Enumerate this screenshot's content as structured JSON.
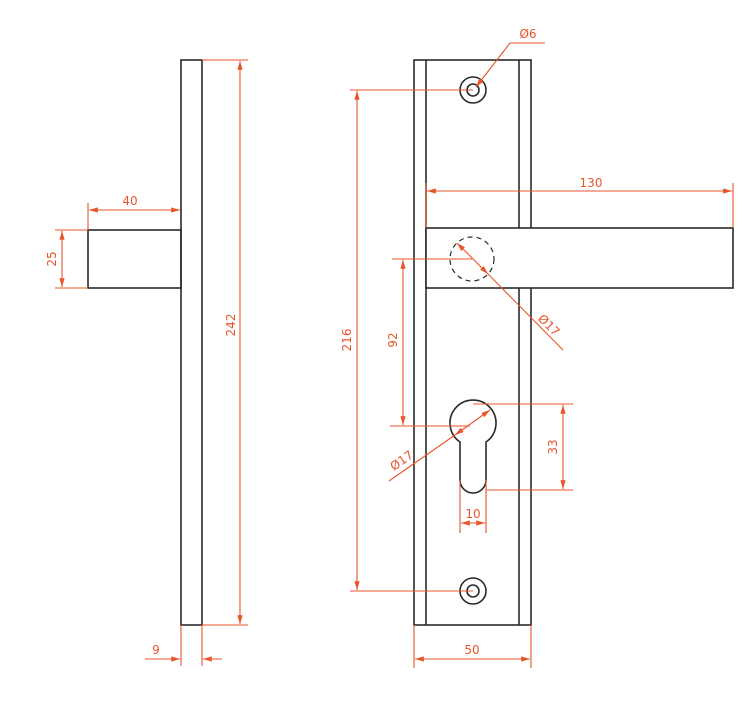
{
  "colors": {
    "dimension": "#e8542a",
    "outline": "#2a2a2a"
  },
  "side_view": {
    "handle_length": "40",
    "handle_height": "25",
    "plate_height": "242",
    "plate_thickness": "9"
  },
  "front_view": {
    "screw_hole_diameter": "Ø6",
    "hole_spacing": "216",
    "handle_length": "130",
    "spindle_diameter": "Ø17",
    "spindle_to_cylinder": "92",
    "cylinder_diameter": "Ø17",
    "cylinder_height": "33",
    "cylinder_slot_width": "10",
    "plate_width": "50"
  }
}
